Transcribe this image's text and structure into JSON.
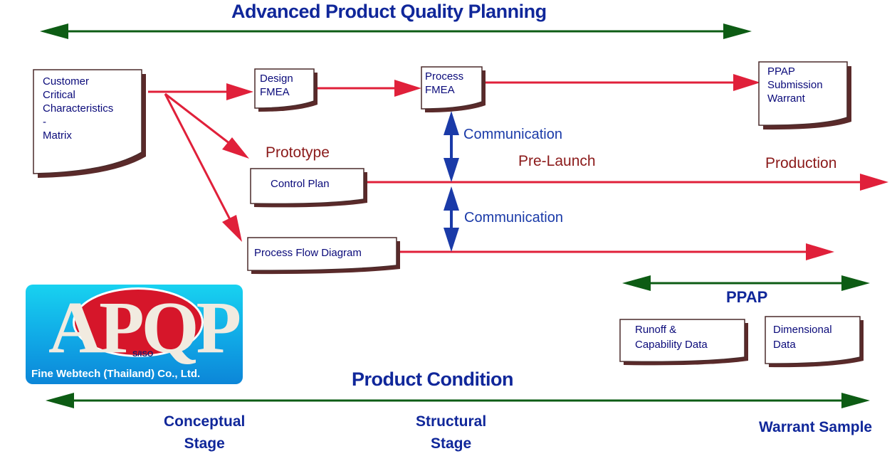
{
  "colors": {
    "green": "#0d5c14",
    "red": "#e0203a",
    "blue": "#1a3aa8",
    "dark_red": "#8b1a1a",
    "navy": "#10279a"
  },
  "header": {
    "title": "Advanced Product Quality Planning"
  },
  "documents": {
    "customer_matrix": "Customer\nCritical\nCharacteristics\n-\nMatrix",
    "design_fmea": "Design\nFMEA",
    "process_fmea": "Process\nFMEA",
    "ppap_warrant": "PPAP\nSubmission\nWarrant",
    "control_plan": "Control Plan",
    "process_flow": "Process Flow Diagram",
    "runoff": "Runoff &\nCapability Data",
    "dimensional": "Dimensional\nData"
  },
  "phases": {
    "prototype": "Prototype",
    "pre_launch": "Pre-Launch",
    "production": "Production"
  },
  "communication": {
    "upper": "Communication",
    "lower": "Communication"
  },
  "ppap": {
    "label": "PPAP"
  },
  "product_condition": {
    "title": "Product Condition",
    "conceptual": "Conceptual\nStage",
    "structural": "Structural\nStage",
    "warrant_sample": "Warrant Sample"
  },
  "logo": {
    "text": "APQP",
    "small": "S/ISO",
    "company": "Fine Webtech (Thailand) Co., Ltd."
  }
}
